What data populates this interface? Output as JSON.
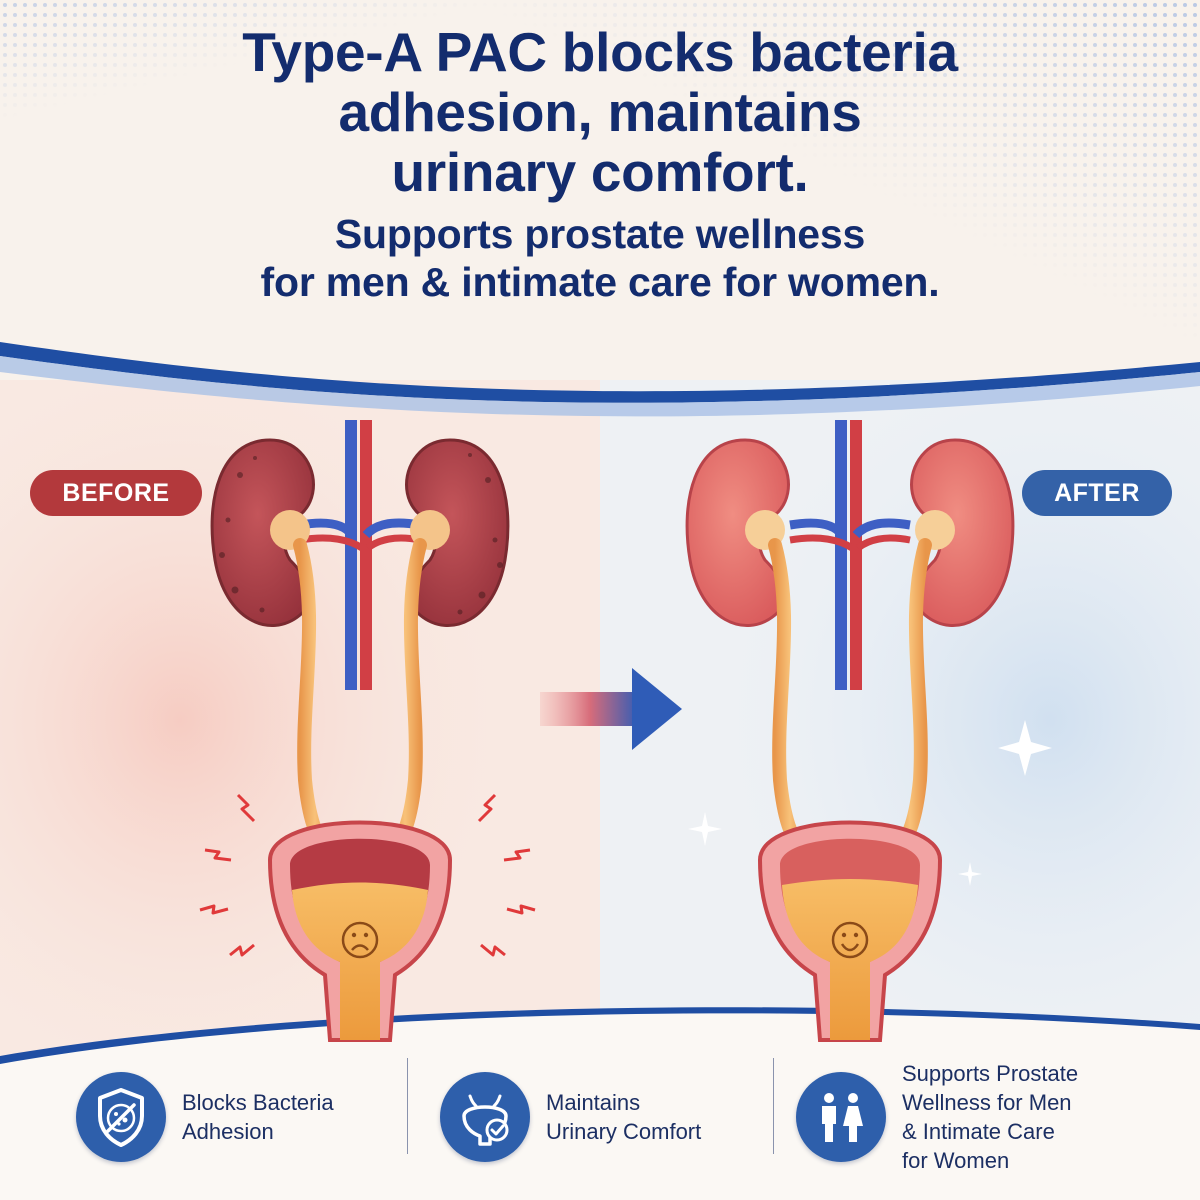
{
  "headline": {
    "lines_1": [
      "Type-A PAC blocks bacteria",
      "adhesion, maintains",
      "urinary comfort."
    ],
    "lines_2": [
      "Supports prostate wellness",
      "for men & intimate care for women."
    ]
  },
  "labels": {
    "before": "BEFORE",
    "after": "AFTER"
  },
  "colors": {
    "navy": "#132c6e",
    "before_red": "#b3393c",
    "after_blue": "#3462a8",
    "urine": "#f2a94a",
    "kidney_healthy": "#e9736c",
    "kidney_inflamed": "#a8393c"
  },
  "features": [
    {
      "icon": "shield-bacteria-icon",
      "lines": [
        "Blocks Bacteria",
        "Adhesion"
      ]
    },
    {
      "icon": "bladder-check-icon",
      "lines": [
        "Maintains",
        "Urinary Comfort"
      ]
    },
    {
      "icon": "man-woman-icon",
      "lines": [
        "Supports Prostate",
        "Wellness for Men",
        "& Intimate Care",
        "for Women"
      ]
    }
  ]
}
